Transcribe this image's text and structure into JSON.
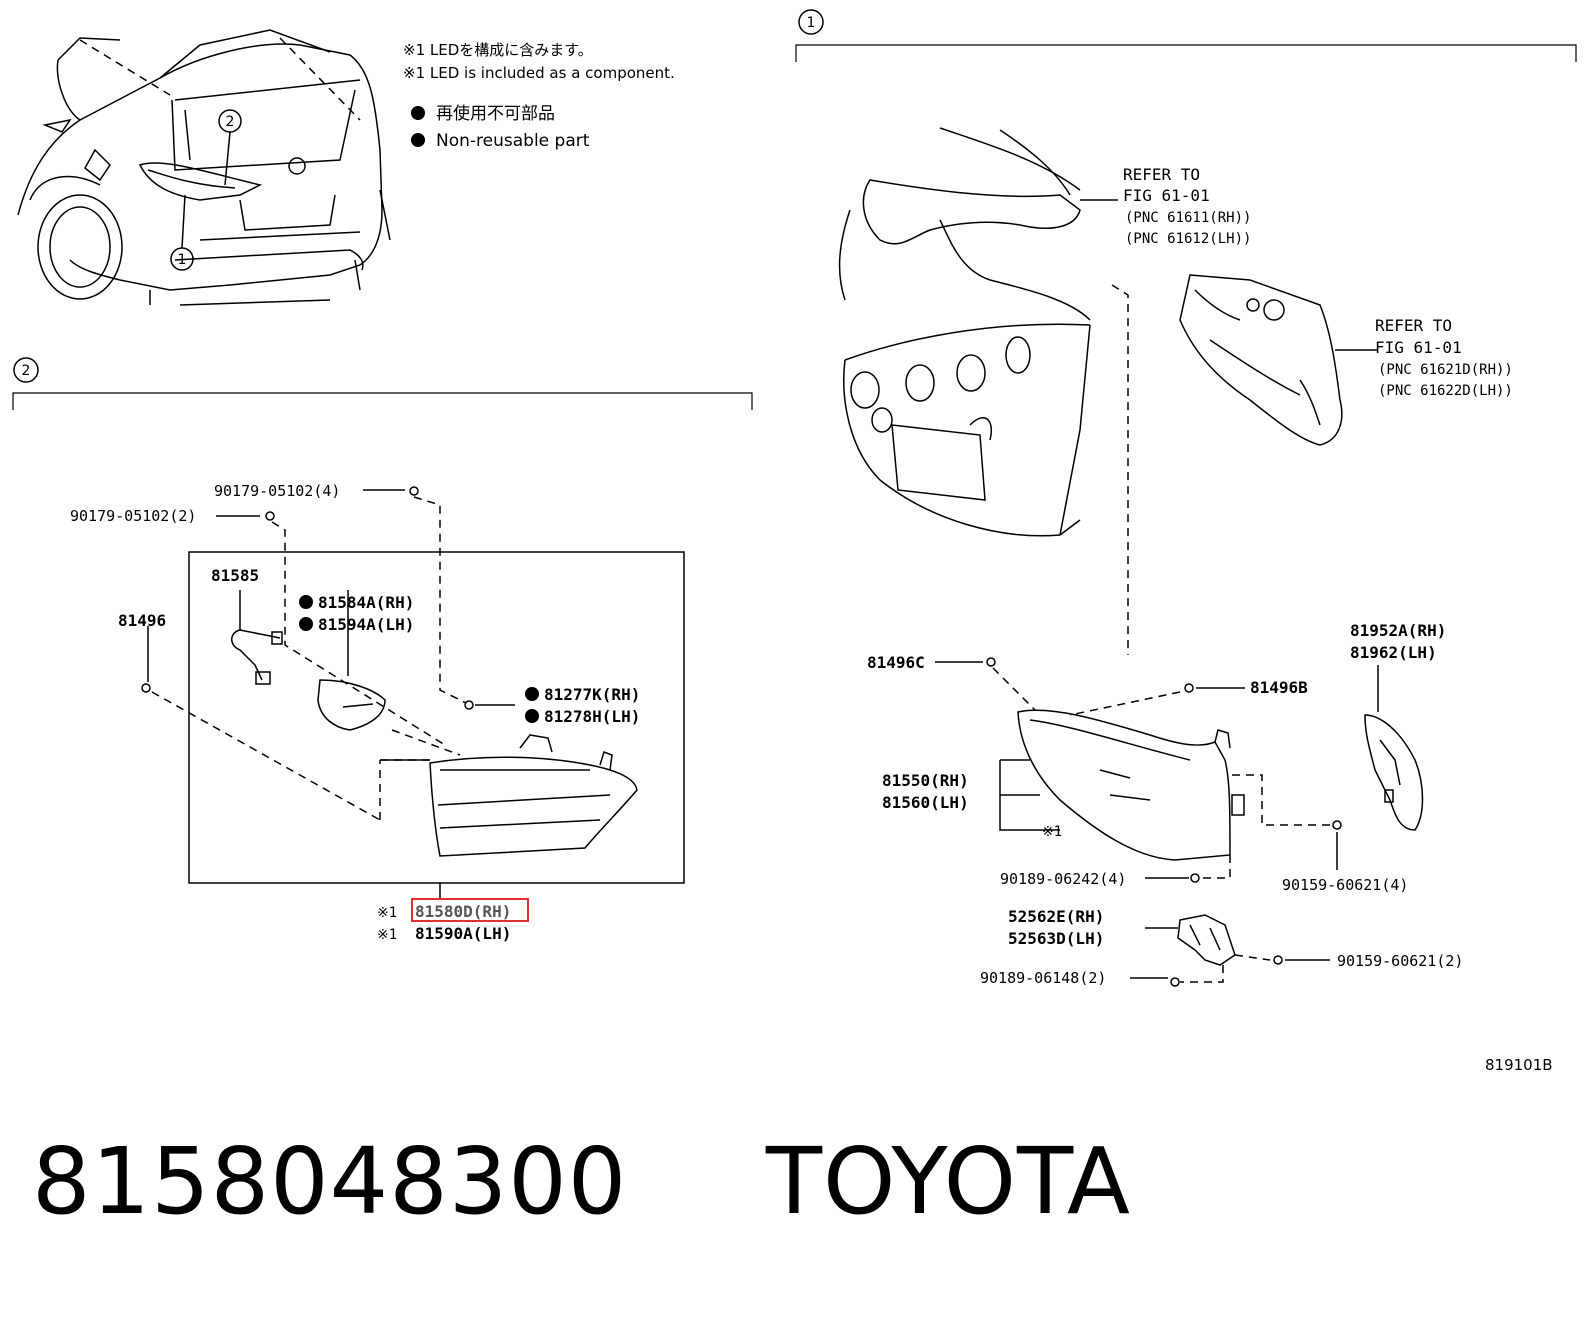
{
  "notes": {
    "jp_led": "※1 LEDを構成に含みます。",
    "en_led": "※1 LED is included as a component.",
    "jp_nonreuse": "再使用不可部品",
    "en_nonreuse": "Non-reusable part"
  },
  "section_markers": {
    "one": "1",
    "two": "2"
  },
  "vehicle_callouts": {
    "one": "1",
    "two": "2"
  },
  "refer_top": {
    "line1": "REFER TO",
    "line2": "FIG 61-01",
    "line3": "(PNC 61611(RH))",
    "line4": "(PNC 61612(LH))"
  },
  "refer_mid": {
    "line1": "REFER TO",
    "line2": "FIG 61-01",
    "line3": "(PNC 61621D(RH))",
    "line4": "(PNC 61622D(LH))"
  },
  "left_parts": {
    "screw_a": "90179-05102(4)",
    "screw_b": "90179-05102(2)",
    "p81585": "81585",
    "p81584": "81584A(RH)",
    "p81594": "81594A(LH)",
    "p81496": "81496",
    "p81277": "81277K(RH)",
    "p81278": "81278H(LH)",
    "asm_mark": "※1",
    "asm_rh": "81580D(RH)",
    "asm_lh": "81590A(LH)"
  },
  "right_parts": {
    "p81496c": "81496C",
    "p81496b": "81496B",
    "p81952": "81952A(RH)",
    "p81962": "81962(LH)",
    "p81550": "81550(RH)",
    "p81560": "81560(LH)",
    "mark1": "※1",
    "p90189a": "90189-06242(4)",
    "p90159a": "90159-60621(4)",
    "p52562": "52562E(RH)",
    "p52563": "52563D(LH)",
    "p90189b": "90189-06148(2)",
    "p90159b": "90159-60621(2)"
  },
  "figure_code": "819101B",
  "part_number": "8158048300",
  "brand": "TOYOTA",
  "highlight_color": "#e03030"
}
